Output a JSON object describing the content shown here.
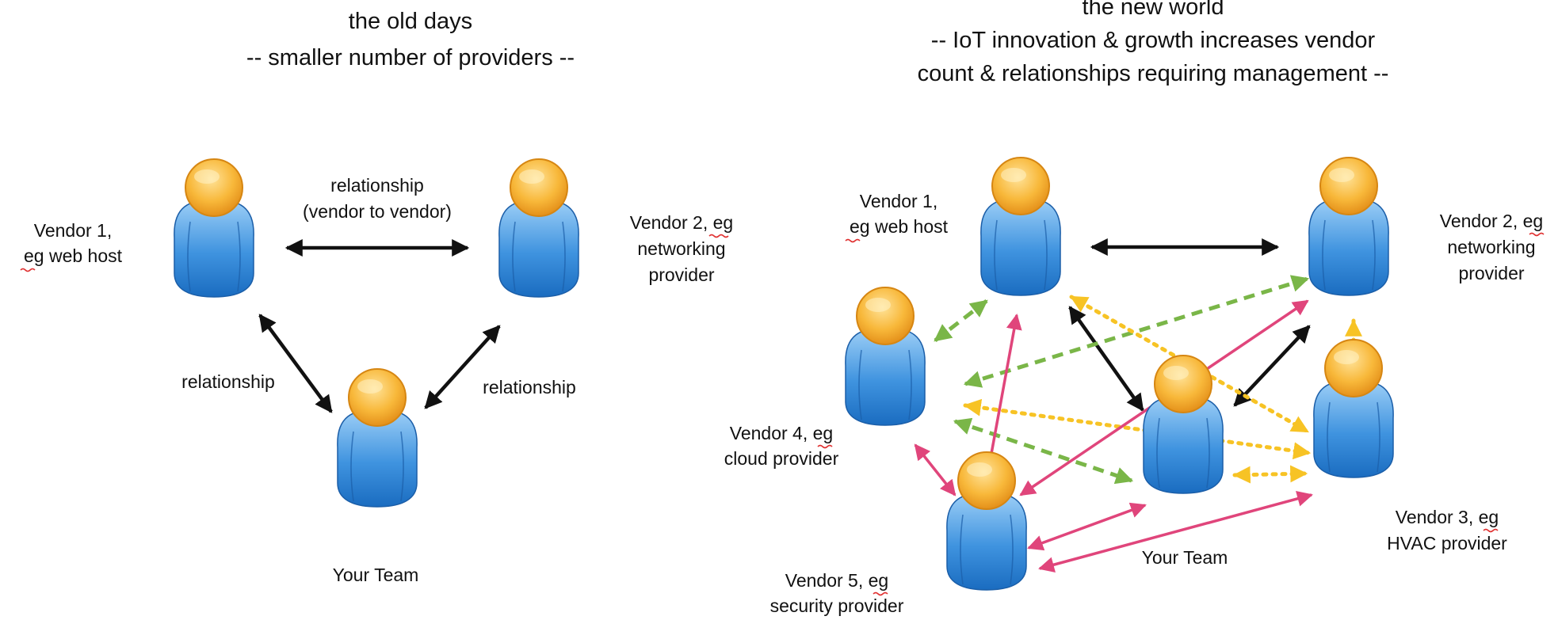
{
  "left_panel": {
    "title_lines": [
      "the old days",
      "-- smaller number of providers --"
    ],
    "vendor1_lines": [
      "Vendor 1,",
      "eg web host"
    ],
    "vendor2_lines": [
      "Vendor 2, eg",
      "networking",
      "provider"
    ],
    "team_label": "Your Team",
    "rel_top_lines": [
      "relationship",
      "(vendor to vendor)"
    ],
    "rel_left": "relationship",
    "rel_right": "relationship"
  },
  "right_panel": {
    "title_lines": [
      "the new world",
      "-- IoT innovation & growth increases vendor",
      "count & relationships requiring management --"
    ],
    "vendor1_lines": [
      "Vendor 1,",
      "eg web host"
    ],
    "vendor2_lines": [
      "Vendor 2, eg",
      "networking",
      "provider"
    ],
    "vendor3_lines": [
      "Vendor 3, eg",
      "HVAC provider"
    ],
    "vendor4_lines": [
      "Vendor 4, eg",
      "cloud provider"
    ],
    "vendor5_lines": [
      "Vendor 5, eg",
      "security provider"
    ],
    "team_label": "Your Team"
  },
  "colors": {
    "body_blue": "#2f86d6",
    "body_blue_light": "#8cc6f3",
    "head_orange": "#f5a623",
    "head_orange_light": "#ffd27a",
    "arrow_black": "#111111",
    "arrow_green": "#7ab648",
    "arrow_yellow": "#f7c325",
    "arrow_pink": "#e0457b",
    "spell_underline": "#e03030"
  },
  "icons": [
    "person-icon"
  ]
}
